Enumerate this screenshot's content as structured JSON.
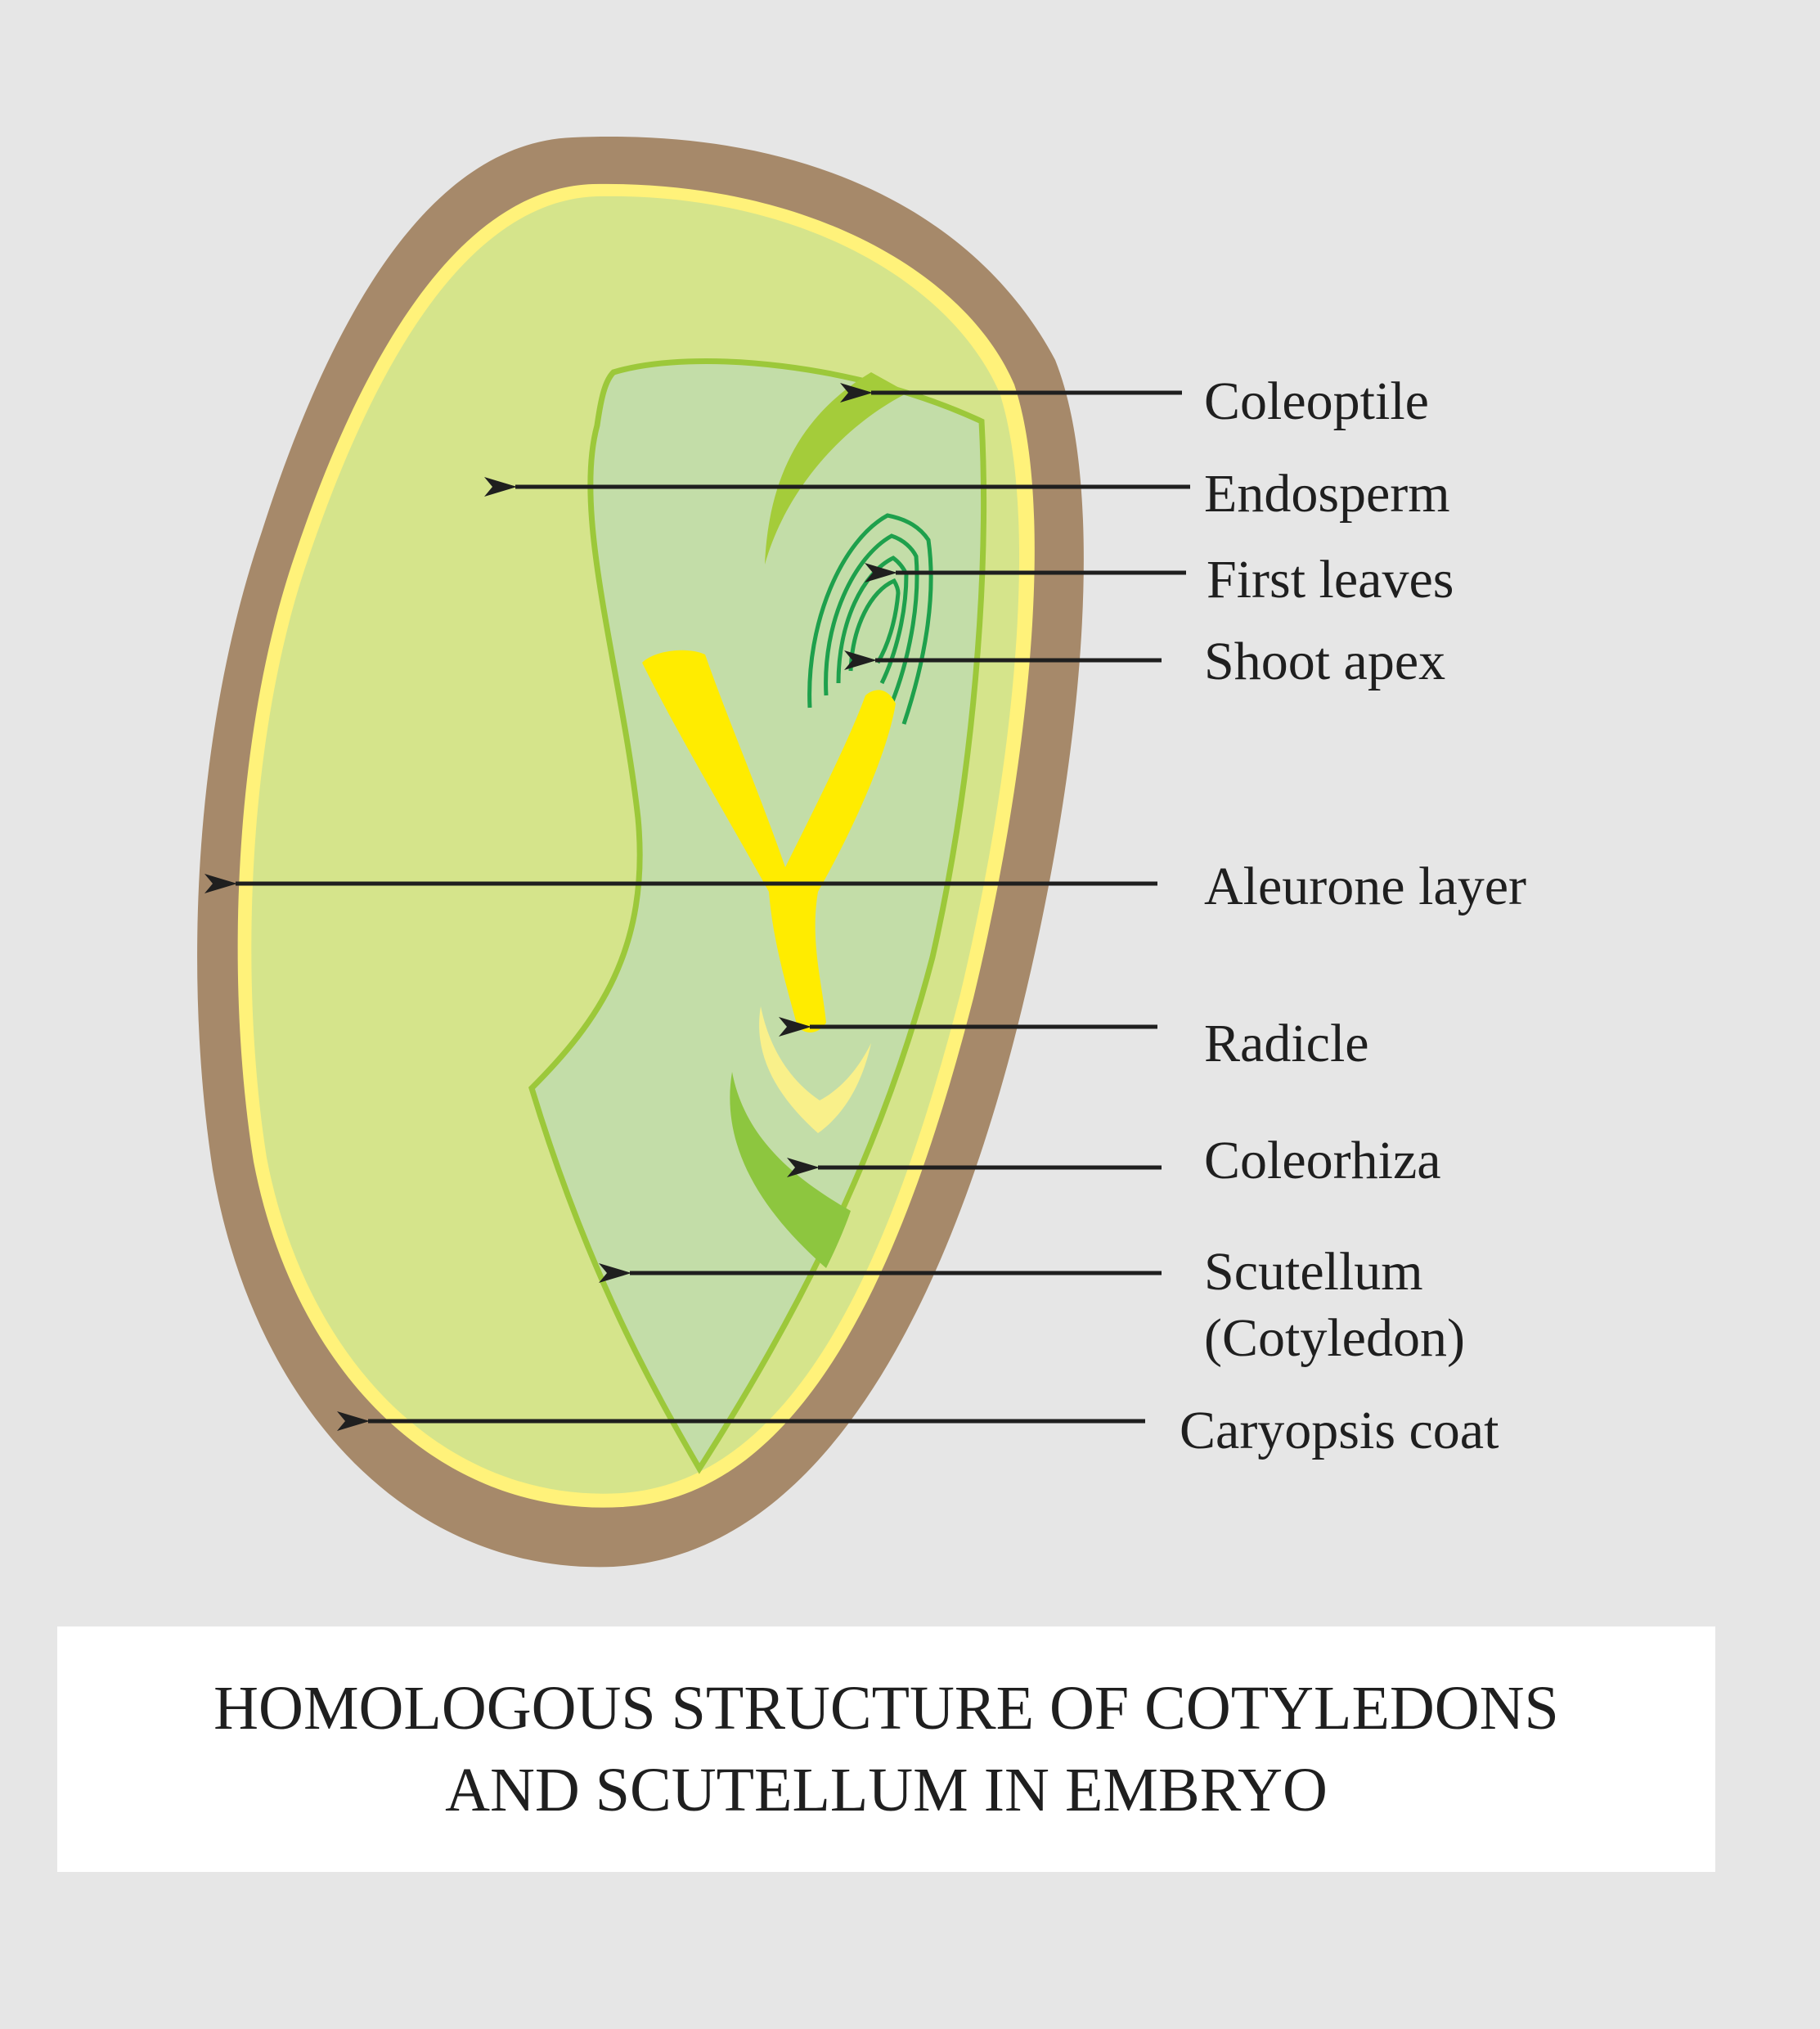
{
  "labels": {
    "coleoptile": "Coleoptile",
    "endosperm": "Endosperm",
    "first_leaves": "First leaves",
    "shoot_apex": "Shoot apex",
    "aleurone_layer": "Aleurone layer",
    "radicle": "Radicle",
    "coleorhiza": "Coleorhiza",
    "scutellum_line1": "Scutellum",
    "scutellum_line2": "(Cotyledon)",
    "caryopsis_coat": "Caryopsis coat"
  },
  "caption": {
    "line1": "HOMOLOGOUS STRUCTURE OF COTYLEDONS",
    "line2": "AND SCUTELLUM IN EMBRYO"
  },
  "colors": {
    "background": "#e6e6e6",
    "caryopsis_coat": "#a6896a",
    "aleurone_layer": "#fff27a",
    "endosperm": "#d5e48b",
    "scutellum": "#c3dda8",
    "scutellum_outline": "#9cc83a",
    "coleoptile": "#a4cc3a",
    "first_leaves": "#1ea04c",
    "radicle": "#ffec00",
    "coleorhiza": "#f9f08a",
    "arrow": "#1f1f1f"
  }
}
